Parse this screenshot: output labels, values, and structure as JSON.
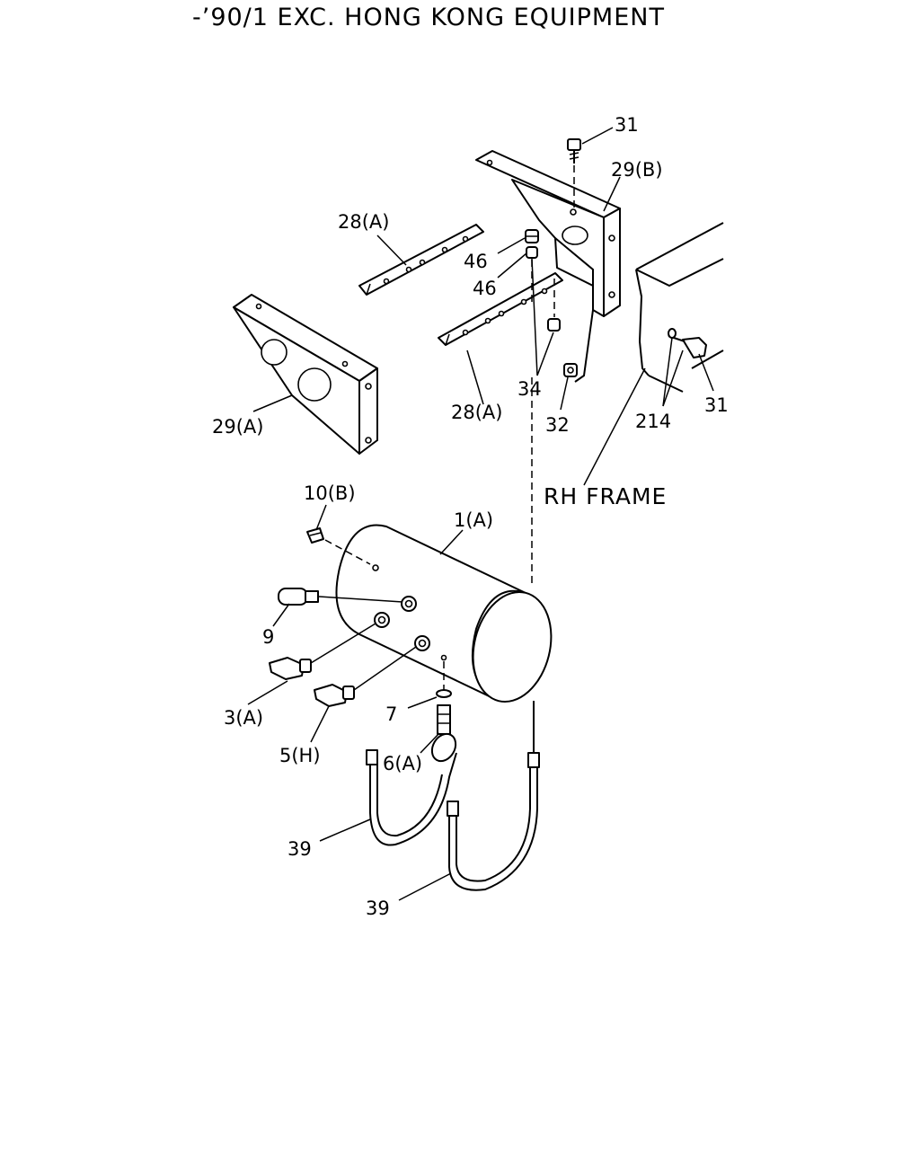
{
  "title": "-’90/1  EXC. HONG KONG EQUIPMENT",
  "frame_label": "RH FRAME",
  "callouts": {
    "c31_top": "31",
    "c29b": "29(B)",
    "c28a_top": "28(A)",
    "c46_a": "46",
    "c46_b": "46",
    "c34": "34",
    "c28a_bottom": "28(A)",
    "c32": "32",
    "c214": "214",
    "c31_right": "31",
    "c29a": "29(A)",
    "c10b": "10(B)",
    "c1a": "1(A)",
    "c9": "9",
    "c3a": "3(A)",
    "c5h": "5(H)",
    "c7": "7",
    "c6a": "6(A)",
    "c39_a": "39",
    "c39_b": "39"
  }
}
